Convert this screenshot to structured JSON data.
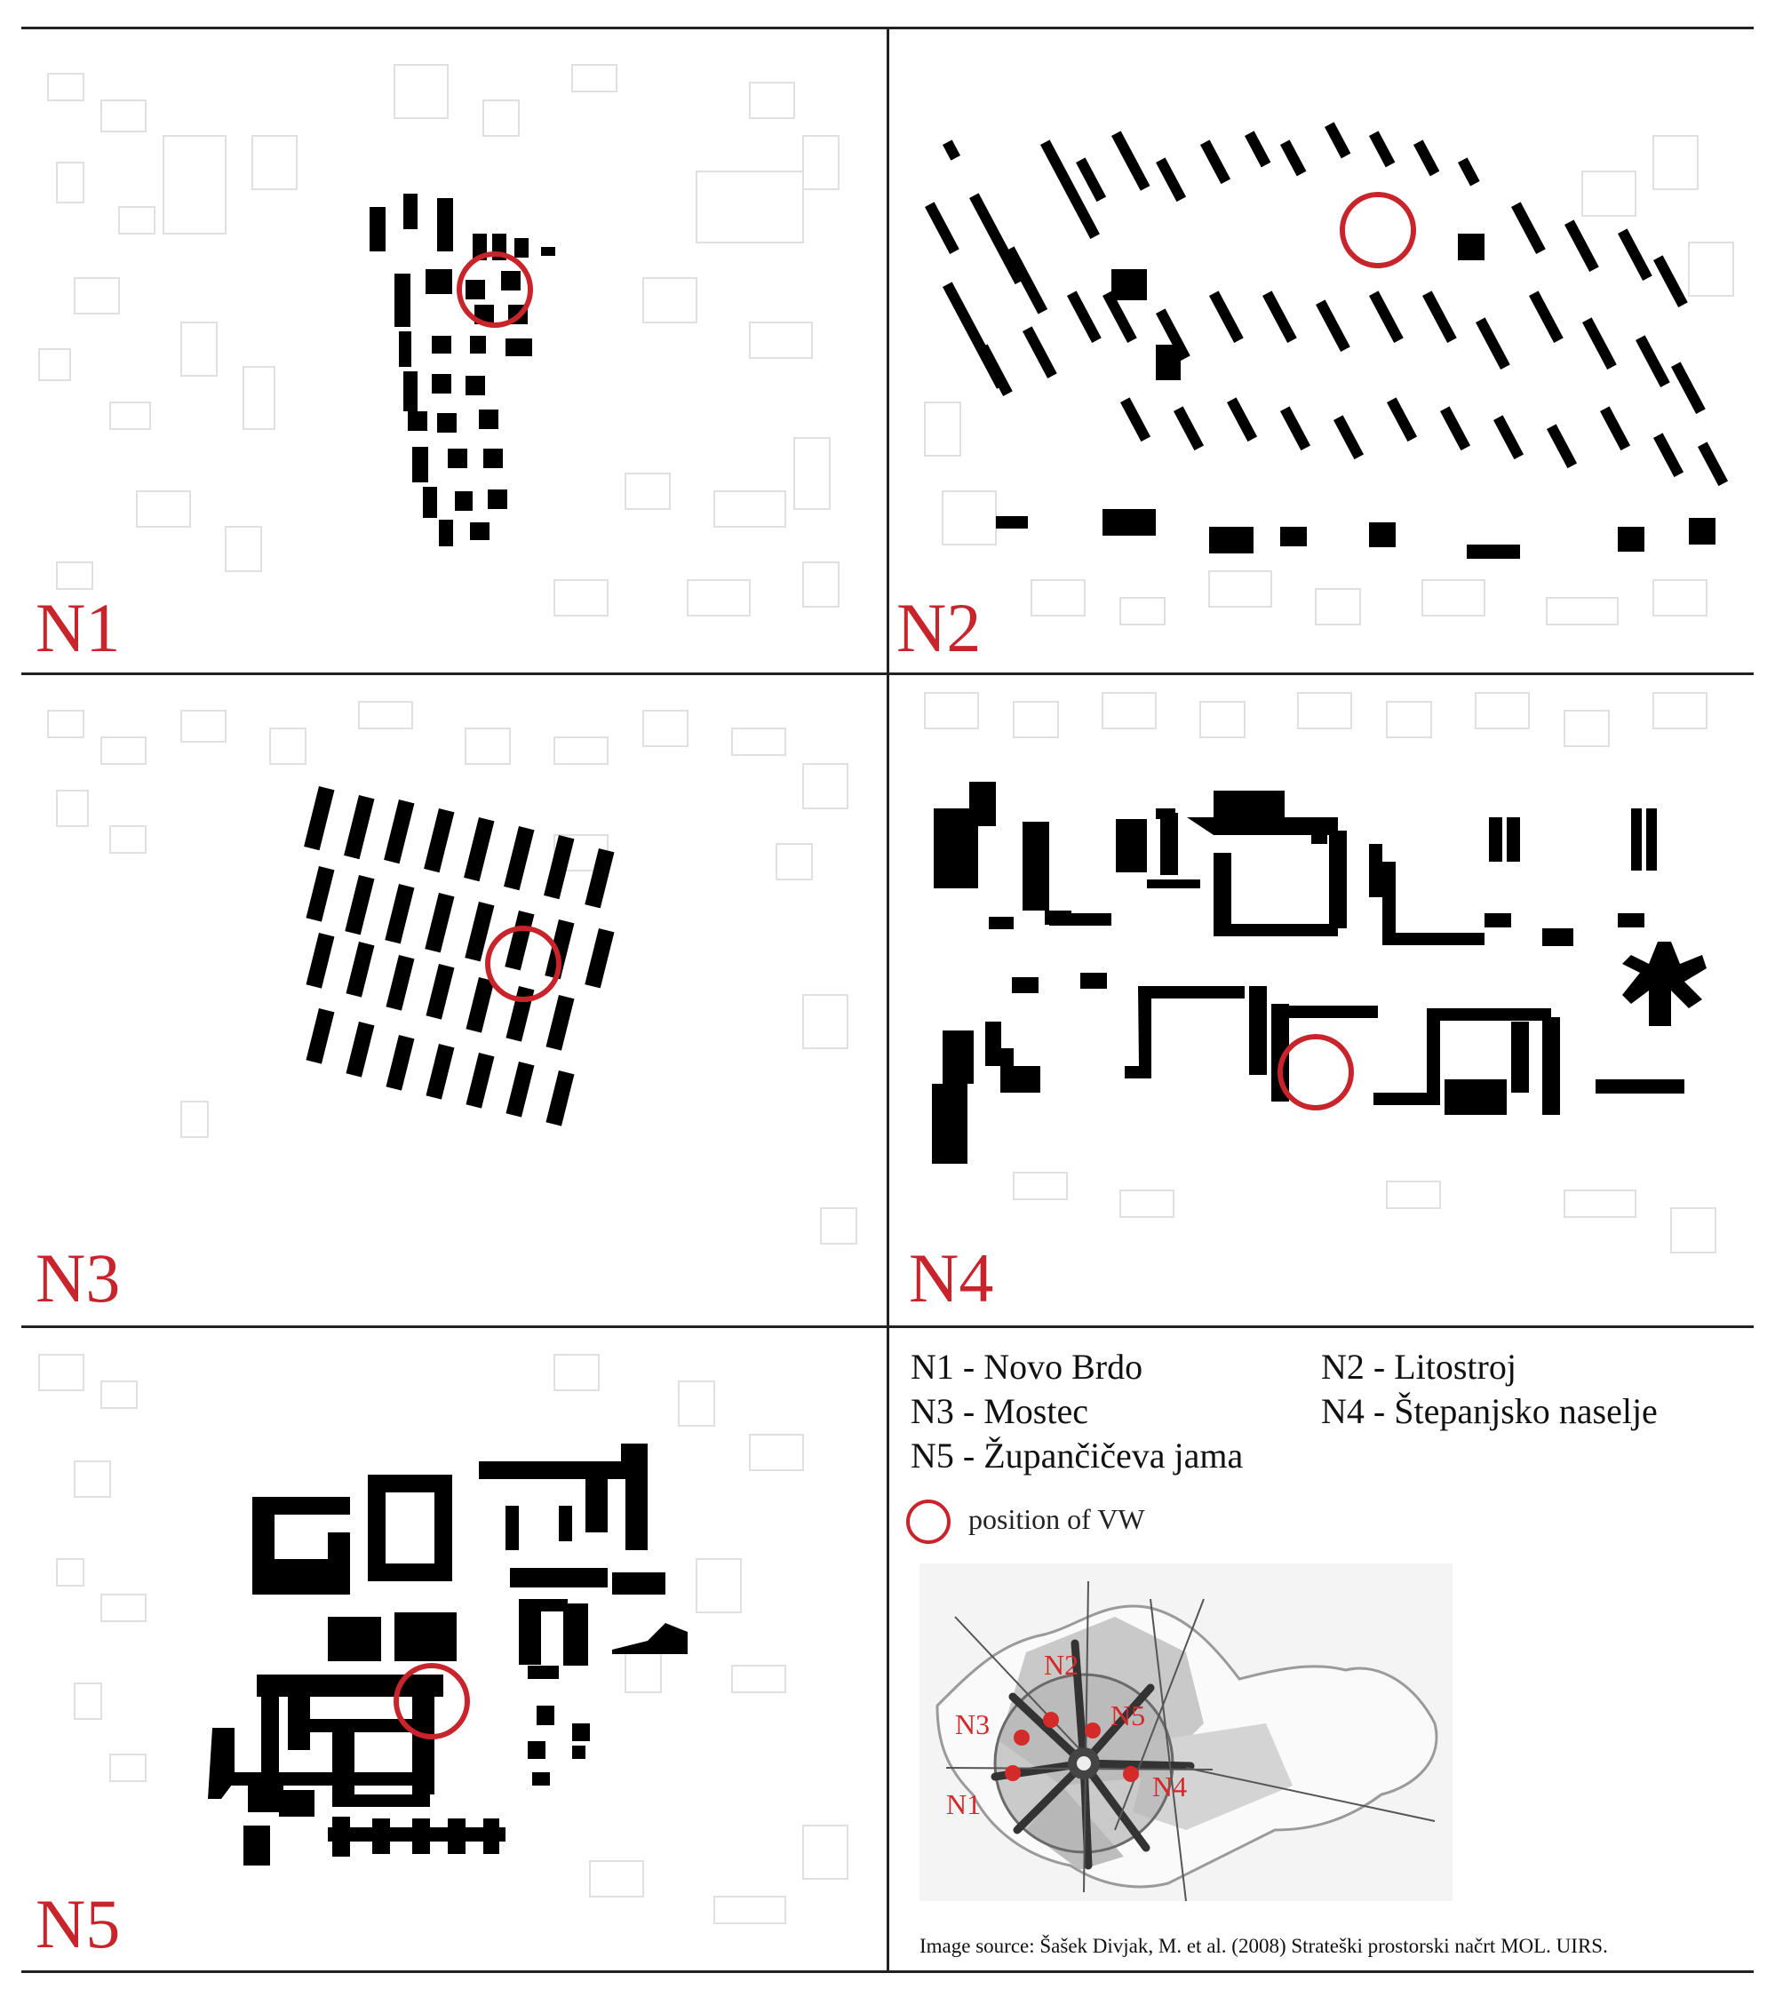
{
  "panels": [
    {
      "id": "N1",
      "label": "N1"
    },
    {
      "id": "N2",
      "label": "N2"
    },
    {
      "id": "N3",
      "label": "N3"
    },
    {
      "id": "N4",
      "label": "N4"
    },
    {
      "id": "N5",
      "label": "N5"
    }
  ],
  "legend": {
    "items": [
      {
        "text": "N1 - Novo Brdo"
      },
      {
        "text": "N3 - Mostec"
      },
      {
        "text": "N5 - Župančičeva jama"
      },
      {
        "text": "N2 - Litostroj"
      },
      {
        "text": "N4 - Štepanjsko naselje"
      }
    ],
    "marker_text": "position of VW"
  },
  "inset_labels": [
    "N1",
    "N2",
    "N3",
    "N4",
    "N5"
  ],
  "source": "Image source: Šašek Divjak, M. et al. (2008) Strateški prostorski načrt MOL. UIRS.",
  "colors": {
    "accent": "#c8242b",
    "building": "#000000",
    "context": "#d9d9d9"
  }
}
